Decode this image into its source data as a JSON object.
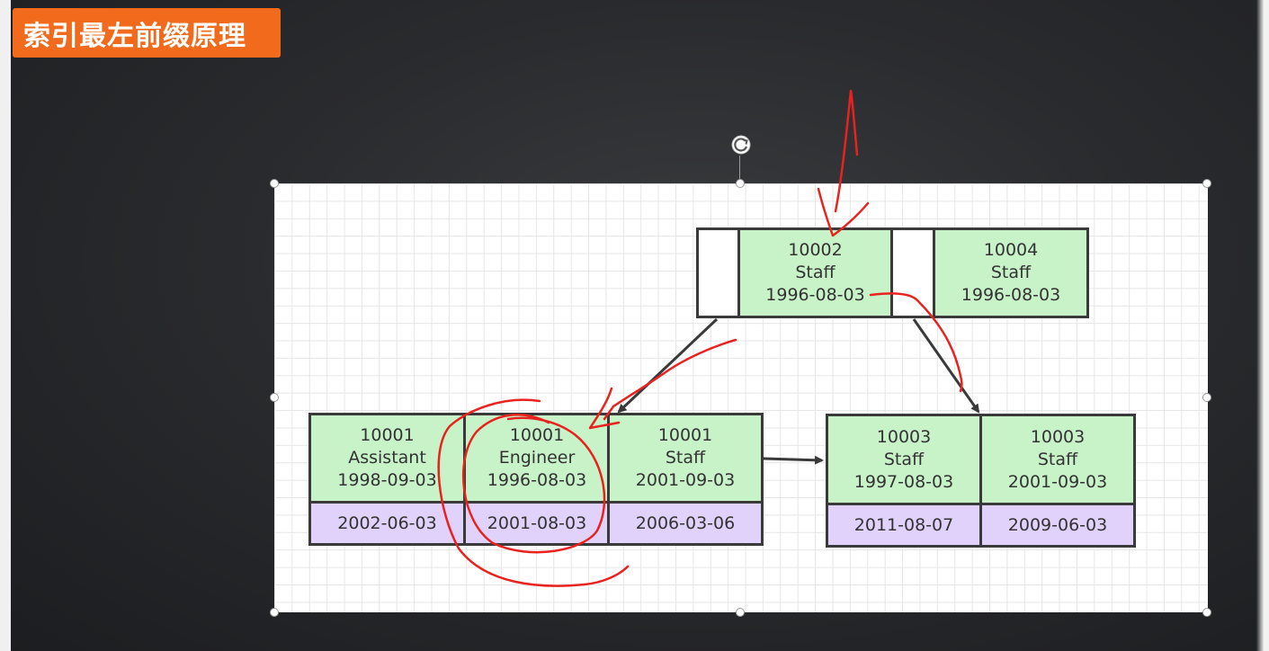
{
  "title": "索引最左前缀原理",
  "root": {
    "key1": {
      "id": "10002",
      "title": "Staff",
      "date": "1996-08-03"
    },
    "key2": {
      "id": "10004",
      "title": "Staff",
      "date": "1996-08-03"
    }
  },
  "leaf_left": {
    "keys": [
      {
        "id": "10001",
        "title": "Assistant",
        "date": "1998-09-03",
        "value": "2002-06-03"
      },
      {
        "id": "10001",
        "title": "Engineer",
        "date": "1996-08-03",
        "value": "2001-08-03"
      },
      {
        "id": "10001",
        "title": "Staff",
        "date": "2001-09-03",
        "value": "2006-03-06"
      }
    ]
  },
  "leaf_right": {
    "keys": [
      {
        "id": "10003",
        "title": "Staff",
        "date": "1997-08-03",
        "value": "2011-08-07"
      },
      {
        "id": "10003",
        "title": "Staff",
        "date": "2001-09-03",
        "value": "2009-06-03"
      }
    ]
  },
  "colors": {
    "title_bg": "#f26a1b",
    "key_cell": "#c8f2c8",
    "value_cell": "#e0d2fb",
    "annotation": "#e8231f"
  }
}
